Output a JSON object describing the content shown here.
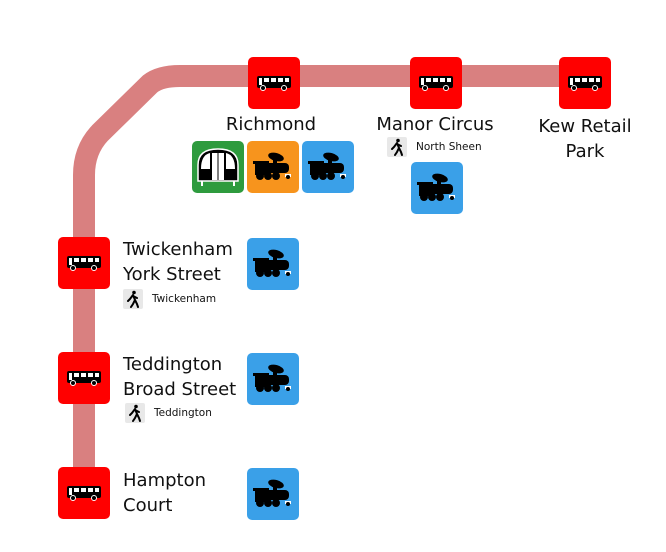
{
  "colors": {
    "route_line": "#d98080",
    "bus": "#ff0000",
    "national_rail": "#3aa0e8",
    "overground_rail": "#f7941d",
    "underground": "#2e9b3e"
  },
  "stops": [
    {
      "name": "Richmond",
      "icon": "bus-icon",
      "connections": [
        "underground-icon",
        "orange-rail-icon",
        "blue-rail-icon"
      ]
    },
    {
      "name": "Manor Circus",
      "icon": "bus-icon",
      "walk_to": "North Sheen",
      "connections": [
        "blue-rail-icon"
      ]
    },
    {
      "name": "Kew Retail Park",
      "line1": "Kew Retail",
      "line2": "Park",
      "icon": "bus-icon"
    },
    {
      "name": "Twickenham York Street",
      "line1": "Twickenham",
      "line2": "York Street",
      "icon": "bus-icon",
      "walk_to": "Twickenham",
      "connections": [
        "blue-rail-icon"
      ]
    },
    {
      "name": "Teddington Broad Street",
      "line1": "Teddington",
      "line2": "Broad Street",
      "icon": "bus-icon",
      "walk_to": "Teddington",
      "connections": [
        "blue-rail-icon"
      ]
    },
    {
      "name": "Hampton Court",
      "line1": "Hampton",
      "line2": "Court",
      "icon": "bus-icon",
      "connections": [
        "blue-rail-icon"
      ]
    }
  ]
}
